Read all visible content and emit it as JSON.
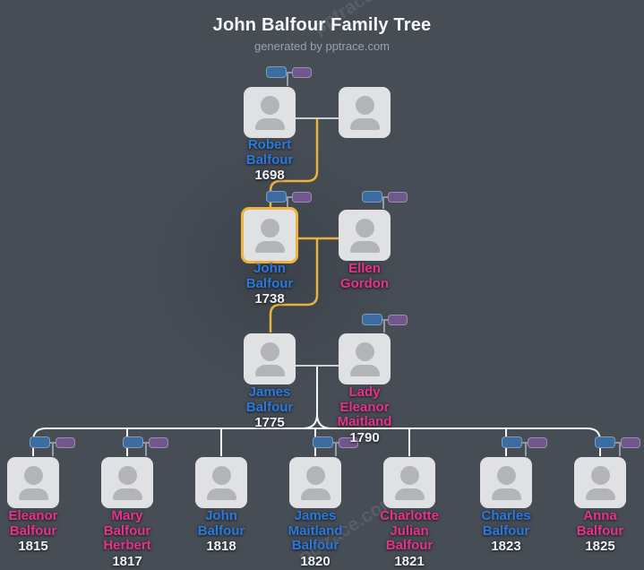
{
  "header": {
    "title": "John Balfour Family Tree",
    "subtitle": "generated by pptrace.com"
  },
  "watermark": {
    "text": "pptrace.com"
  },
  "colors": {
    "background": "#474d55",
    "male_name": "#2b79dd",
    "female_name": "#e83289",
    "year_text": "#eef0f2",
    "highlight_border": "#efb440",
    "lineage_highlight_line": "#e9b23d",
    "descent_line": "#f3f4f5",
    "couple_line": "#c9ced4",
    "card_fill": "#e0e1e3",
    "silhouette": "#b3b4b6",
    "mini_icon_blue": "#3d6da0",
    "mini_icon_purple": "#70578d"
  },
  "people": [
    {
      "id": "robert-balfour",
      "line1": "Robert",
      "line2": "Balfour",
      "line3": "",
      "year": "1698",
      "gender": "male",
      "highlighted": false
    },
    {
      "id": "unknown-spouse",
      "line1": "",
      "line2": "",
      "line3": "",
      "year": "",
      "gender": "unknown",
      "highlighted": false
    },
    {
      "id": "john-balfour-1738",
      "line1": "John",
      "line2": "Balfour",
      "line3": "",
      "year": "1738",
      "gender": "male",
      "highlighted": true
    },
    {
      "id": "ellen-gordon",
      "line1": "Ellen",
      "line2": "Gordon",
      "line3": "",
      "year": "",
      "gender": "female",
      "highlighted": false
    },
    {
      "id": "james-balfour-1775",
      "line1": "James",
      "line2": "Balfour",
      "line3": "",
      "year": "1775",
      "gender": "male",
      "highlighted": false
    },
    {
      "id": "lady-eleanor-maitland",
      "line1": "Lady",
      "line2": "Eleanor",
      "line3": "Maitland",
      "year": "1790",
      "gender": "female",
      "highlighted": false
    },
    {
      "id": "eleanor-balfour-1815",
      "line1": "Eleanor",
      "line2": "Balfour",
      "line3": "",
      "year": "1815",
      "gender": "female",
      "highlighted": false
    },
    {
      "id": "mary-balfour-herbert",
      "line1": "Mary",
      "line2": "Balfour",
      "line3": "Herbert",
      "year": "1817",
      "gender": "female",
      "highlighted": false
    },
    {
      "id": "john-balfour-1818",
      "line1": "John",
      "line2": "Balfour",
      "line3": "",
      "year": "1818",
      "gender": "male",
      "highlighted": false
    },
    {
      "id": "james-maitland-balfour",
      "line1": "James",
      "line2": "Maitland",
      "line3": "Balfour",
      "year": "1820",
      "gender": "male",
      "highlighted": false
    },
    {
      "id": "charlotte-julian-balfour",
      "line1": "Charlotte",
      "line2": "Julian",
      "line3": "Balfour",
      "year": "1821",
      "gender": "female",
      "highlighted": false
    },
    {
      "id": "charles-balfour-1823",
      "line1": "Charles",
      "line2": "Balfour",
      "line3": "",
      "year": "1823",
      "gender": "male",
      "highlighted": false
    },
    {
      "id": "anna-balfour-1825",
      "line1": "Anna",
      "line2": "Balfour",
      "line3": "",
      "year": "1825",
      "gender": "female",
      "highlighted": false
    }
  ]
}
